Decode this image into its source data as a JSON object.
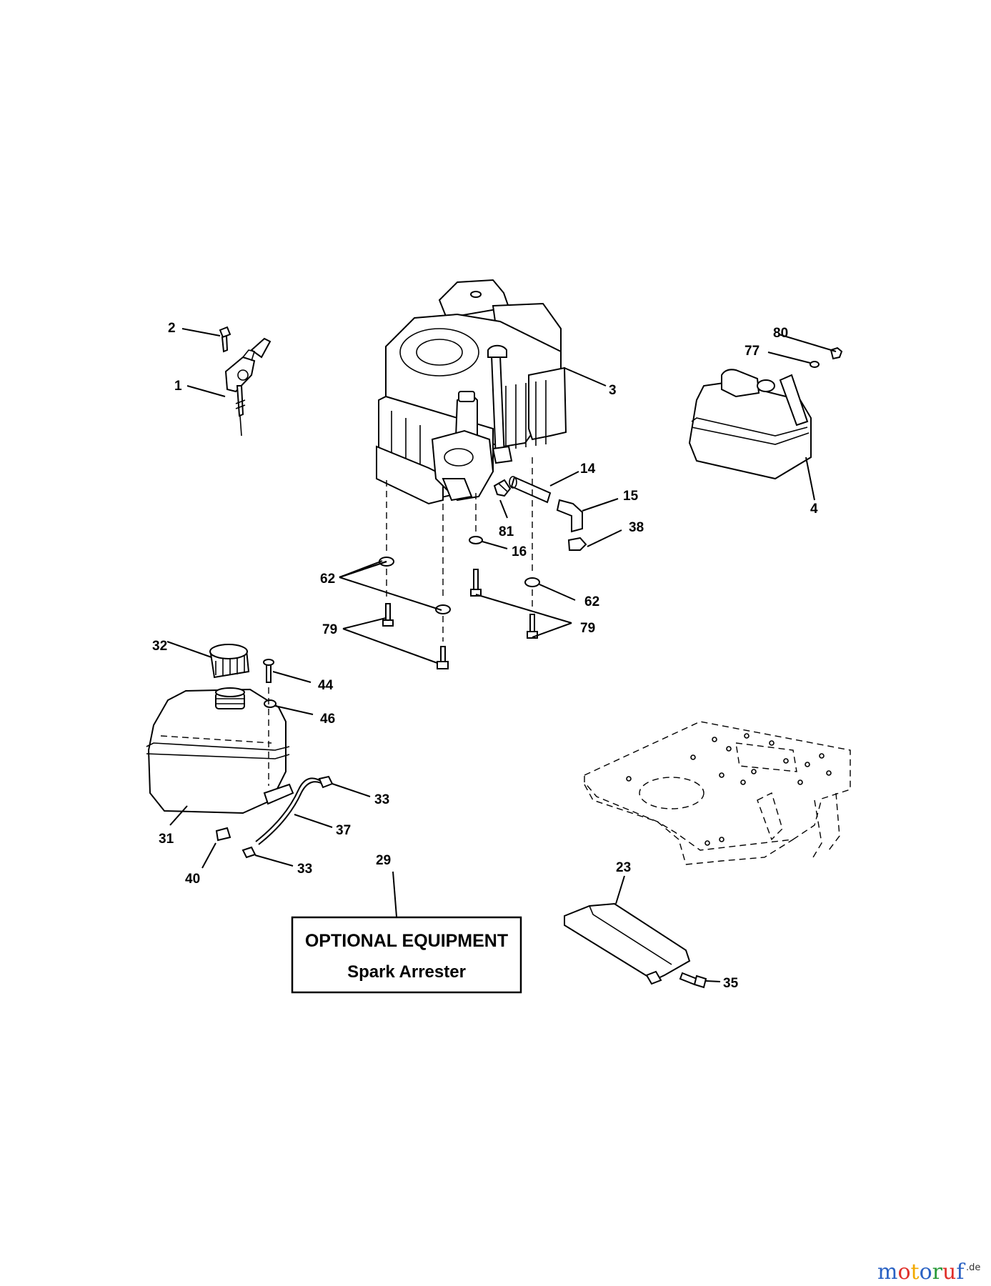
{
  "callouts": {
    "c1": "1",
    "c2": "2",
    "c3": "3",
    "c4": "4",
    "c14": "14",
    "c15": "15",
    "c16": "16",
    "c23": "23",
    "c29": "29",
    "c31": "31",
    "c32": "32",
    "c33a": "33",
    "c33b": "33",
    "c35": "35",
    "c37": "37",
    "c38": "38",
    "c40": "40",
    "c44": "44",
    "c46": "46",
    "c62a": "62",
    "c62b": "62",
    "c77": "77",
    "c79a": "79",
    "c79b": "79",
    "c80": "80",
    "c81": "81"
  },
  "optional_box": {
    "title": "OPTIONAL EQUIPMENT",
    "subtitle": "Spark Arrester"
  },
  "watermark": {
    "brand": "motoruf",
    "suffix": ".de",
    "colors": [
      "#2a62c4",
      "#e0302a",
      "#f2a900",
      "#2a62c4",
      "#2a9a3a",
      "#e0302a",
      "#2a62c4"
    ]
  }
}
